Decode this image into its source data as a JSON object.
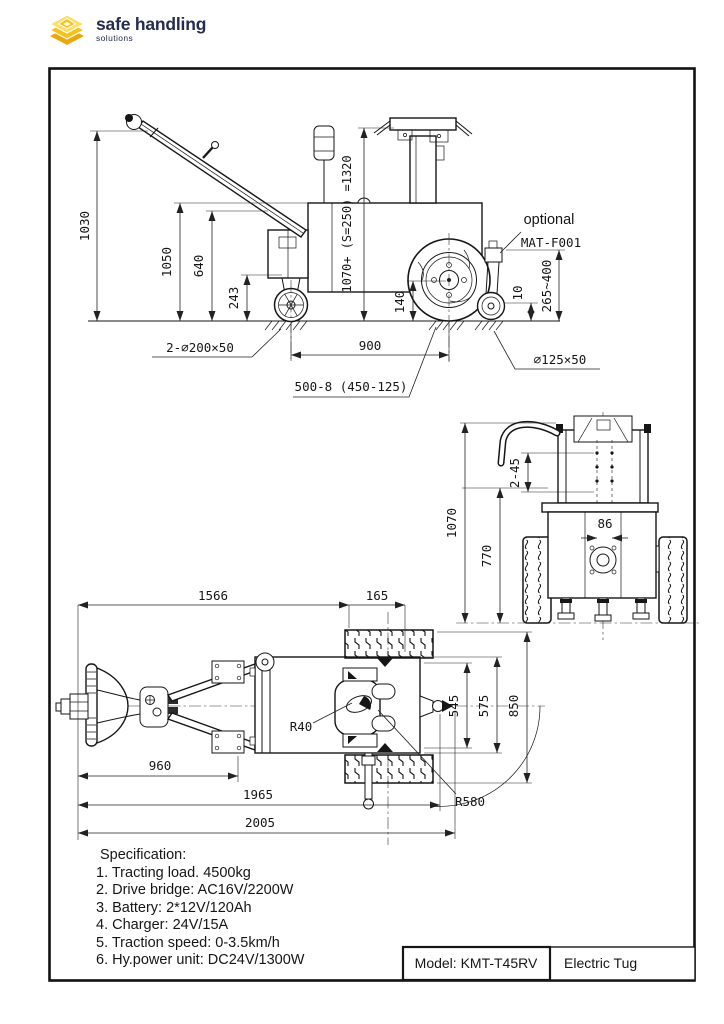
{
  "logo": {
    "brand": "safe handling",
    "sub": "solutions",
    "icon": "stacked-layers-icon",
    "colors": {
      "gold_dark": "#e9a90d",
      "gold": "#f6c21a",
      "gold_light": "#ffde66",
      "navy": "#262c4f"
    }
  },
  "side_view": {
    "dims": {
      "overall_height": "1030",
      "handle_height": "1050",
      "mid_height": "640",
      "caster_height": "243",
      "mast_height": "1070+ (S=250) =1320",
      "axle_height": "140",
      "clearance": "10",
      "caster_range": "265~400",
      "wheel_center_distance": "900"
    },
    "callouts": {
      "front_casters": "2-⌀200×50",
      "drive_tyre": "500-8 (450-125)",
      "rear_caster": "⌀125×50",
      "optional_label": "optional",
      "optional_part": "MAT-F001"
    }
  },
  "rear_view": {
    "dims": {
      "overall_height": "1070",
      "body_height": "770",
      "holes": "2-45",
      "bolt_spacing": "86"
    }
  },
  "top_view": {
    "dims": {
      "length_1566": "1566",
      "offset_165": "165",
      "handle_length": "960",
      "length_to_hitch": "1965",
      "overall_length": "2005",
      "inner_width": "545",
      "frame_width": "575",
      "overall_width": "850"
    },
    "callouts": {
      "pin_radius": "R40",
      "turning_radius": "R580"
    }
  },
  "spec": {
    "lines": [
      "Specification:",
      "1. Tracting load. 4500kg",
      "2. Drive bridge: AC16V/2200W",
      "3. Battery: 2*12V/120Ah",
      "4. Charger: 24V/15A",
      "5. Traction speed: 0-3.5km/h",
      "6. Hy.power unit: DC24V/1300W"
    ]
  },
  "title_block": {
    "model": "Model: KMT-T45RV",
    "product": "Electric Tug"
  }
}
